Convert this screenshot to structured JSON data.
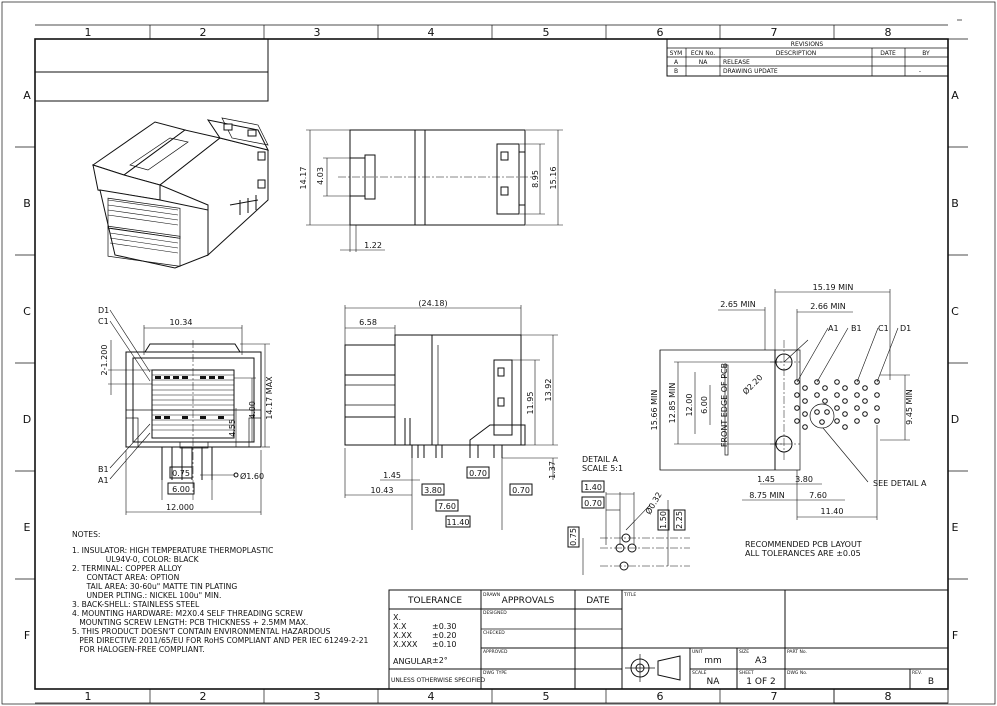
{
  "frame": {
    "col_numbers": [
      "1",
      "2",
      "3",
      "4",
      "5",
      "6",
      "7",
      "8"
    ],
    "row_letters": [
      "A",
      "B",
      "C",
      "D",
      "E",
      "F"
    ]
  },
  "revisions": {
    "title": "REVISIONS",
    "headers": [
      "SYM",
      "ECN No.",
      "DESCRIPTION",
      "DATE",
      "BY"
    ],
    "rows": [
      {
        "sym": "A",
        "ecn": "NA",
        "desc": "RELEASE",
        "date": "",
        "by": ""
      },
      {
        "sym": "B",
        "ecn": "",
        "desc": "DRAWING UPDATE",
        "date": "",
        "by": "-"
      }
    ]
  },
  "top_view": {
    "dims": {
      "d1": "14.17",
      "d2": "4.03",
      "d3": "1.22",
      "d4": "8.95",
      "d5": "15.16"
    }
  },
  "front_view": {
    "labels": {
      "d1": "D1",
      "c1": "C1",
      "b1": "B1",
      "a1": "A1"
    },
    "dims": {
      "w": "10.34",
      "pitch": "2-1.200",
      "h1": "14.17 MAX",
      "h2": "4.00",
      "h3": "4.55",
      "p1": "0.75",
      "p2": "6.00",
      "dia": "Ø1.60",
      "base": "12.000"
    }
  },
  "side_view": {
    "dims": {
      "total": "(24.18)",
      "a": "6.58",
      "b": "11.95",
      "c": "13.92",
      "d": "1.37",
      "e": "1.45",
      "f": "10.43",
      "g": "3.80",
      "h": "0.70",
      "i": "0.70",
      "j": "7.60",
      "k": "11.40"
    }
  },
  "detail_a": {
    "title": "DETAIL  A",
    "scale": "SCALE  5:1",
    "dims": {
      "a": "1.40",
      "b": "0.70",
      "dia": "Ø0.32",
      "c": "1.50",
      "d": "2.25",
      "e": "0.75"
    }
  },
  "pcb_layout": {
    "dims": {
      "a": "15.19 MIN",
      "b": "2.65 MIN",
      "c": "2.66 MIN",
      "dia": "Ø2.20",
      "h1": "15.66 MIN",
      "h2": "12.85 MIN",
      "h3": "12.00",
      "h4": "6.00",
      "edge": "FRONT EDGE OF PCB",
      "h5": "9.45 MIN",
      "x1": "1.45",
      "x2": "3.80",
      "x3": "8.75 MIN",
      "x4": "7.60",
      "x5": "11.40"
    },
    "labels": {
      "a1": "A1",
      "b1": "B1",
      "c1": "C1",
      "d1": "D1",
      "see": "SEE DETAIL  A"
    },
    "caption1": "RECOMMENDED PCB LAYOUT",
    "caption2": "ALL TOLERANCES ARE ±0.05"
  },
  "notes": {
    "title": "NOTES:",
    "lines": [
      "1. INSULATOR: HIGH TEMPERATURE THERMOPLASTIC",
      "              UL94V-0, COLOR: BLACK",
      "2. TERMINAL: COPPER ALLOY",
      "      CONTACT AREA: OPTION",
      "      TAIL AREA: 30-60u\" MATTE TIN PLATING",
      "      UNDER PLTING.: NICKEL 100u\" MIN.",
      "3. BACK-SHELL: STAINLESS STEEL",
      "4. MOUNTING HARDWARE: M2X0.4 SELF THREADING SCREW",
      "   MOUNTING SCREW LENGTH: PCB THICKNESS + 2.5MM MAX.",
      "5. THIS PRODUCT DOESN'T CONTAIN ENVIRONMENTAL HAZARDOUS",
      "   PER DIRECTIVE 2011/65/EU FOR RoHS COMPLIANT AND PER IEC 61249-2-21",
      "   FOR HALOGEN-FREE COMPLIANT."
    ]
  },
  "title_block": {
    "tolerance": "TOLERANCE",
    "approvals": "APPROVALS",
    "date": "DATE",
    "drawn": "DRAWN",
    "designed": "DESIGNED",
    "checked": "CHECKED",
    "approved": "APPROVED",
    "dwg_type": "DWG TYPE",
    "title": "TITLE",
    "tol_x": "X.",
    "tol_xx": "X.X",
    "tol_xx_v": "±0.30",
    "tol_xxx": "X.XX",
    "tol_xxx_v": "±0.20",
    "tol_xxxx": "X.XXX",
    "tol_xxxx_v": "±0.10",
    "angular": "ANGULAR",
    "angular_v": "±2°",
    "unless": "UNLESS OTHERWISE SPECIFIED",
    "unit_l": "UNIT",
    "unit_v": "mm",
    "size_l": "SIZE",
    "size_v": "A3",
    "part_l": "PART No.",
    "scale_l": "SCALE",
    "scale_v": "NA",
    "sheet_l": "SHEET",
    "sheet_v": "1 OF 2",
    "dwgno_l": "DWG No.",
    "rev_l": "REV.",
    "rev_v": "B"
  }
}
